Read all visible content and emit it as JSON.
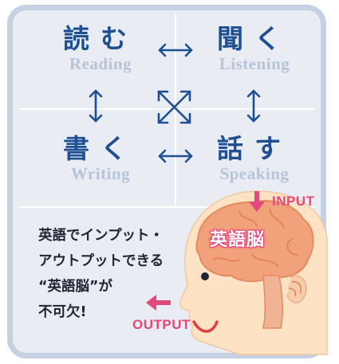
{
  "skills": {
    "reading": {
      "jp": "読む",
      "en": "Reading"
    },
    "listening": {
      "jp": "聞く",
      "en": "Listening"
    },
    "writing": {
      "jp": "書く",
      "en": "Writing"
    },
    "speaking": {
      "jp": "話す",
      "en": "Speaking"
    }
  },
  "caption": {
    "line1": "英語でインプット・",
    "line2": "アウトプットできる",
    "line3": "“英語脳”が",
    "line4": "不可欠!"
  },
  "labels": {
    "input": "INPUT",
    "output": "OUTPUT",
    "brain": "英語脳"
  },
  "colors": {
    "heading_blue": "#1f4f93",
    "english_gray": "#b7c4d6",
    "accent_pink": "#e2487a",
    "skin": "#fde2c4",
    "brain": "#f2a27a"
  },
  "icons": {
    "horizontal_arrow": "left-right-arrow-icon",
    "vertical_arrow": "up-down-arrow-icon",
    "cross_arrow": "four-way-diagonal-arrow-icon"
  }
}
